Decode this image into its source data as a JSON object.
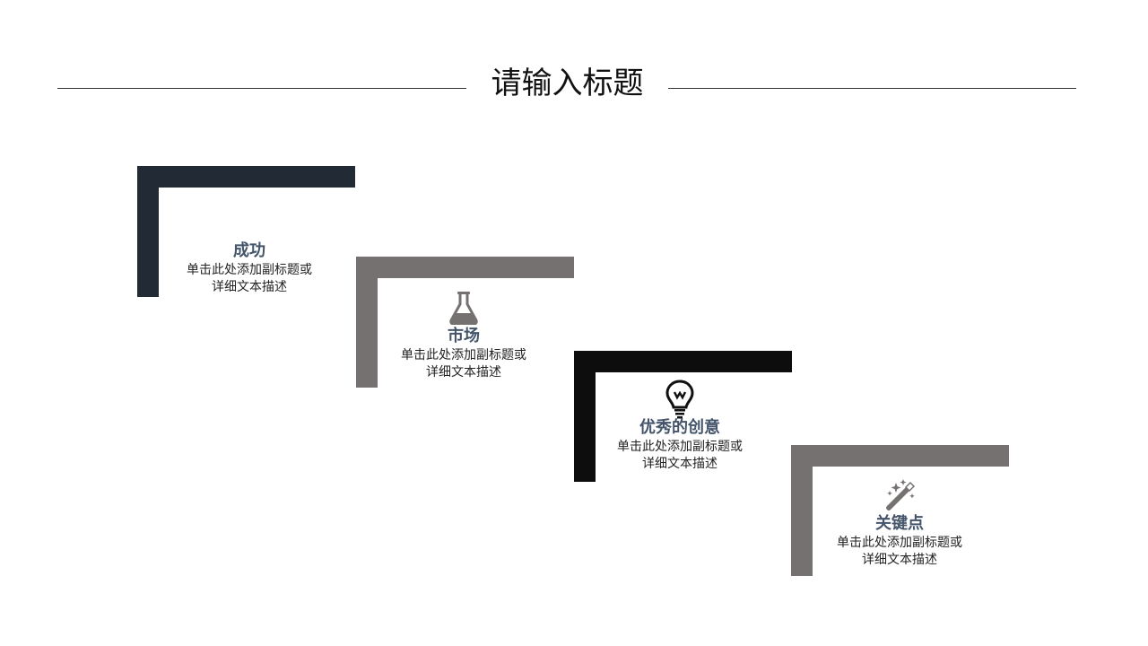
{
  "title": "请输入标题",
  "colors": {
    "step1": "#222a35",
    "step2": "#767171",
    "step3": "#0d0d0d",
    "step4": "#767171",
    "title_text": "#44546a"
  },
  "steps": [
    {
      "icon": "none",
      "title": "成功",
      "desc_line1": "单击此处添加副标题或",
      "desc_line2": "详细文本描述"
    },
    {
      "icon": "flask-icon",
      "title": "市场",
      "desc_line1": "单击此处添加副标题或",
      "desc_line2": "详细文本描述"
    },
    {
      "icon": "lightbulb-icon",
      "title": "优秀的创意",
      "desc_line1": "单击此处添加副标题或",
      "desc_line2": "详细文本描述"
    },
    {
      "icon": "magic-wand-icon",
      "title": "关键点",
      "desc_line1": "单击此处添加副标题或",
      "desc_line2": "详细文本描述"
    }
  ]
}
